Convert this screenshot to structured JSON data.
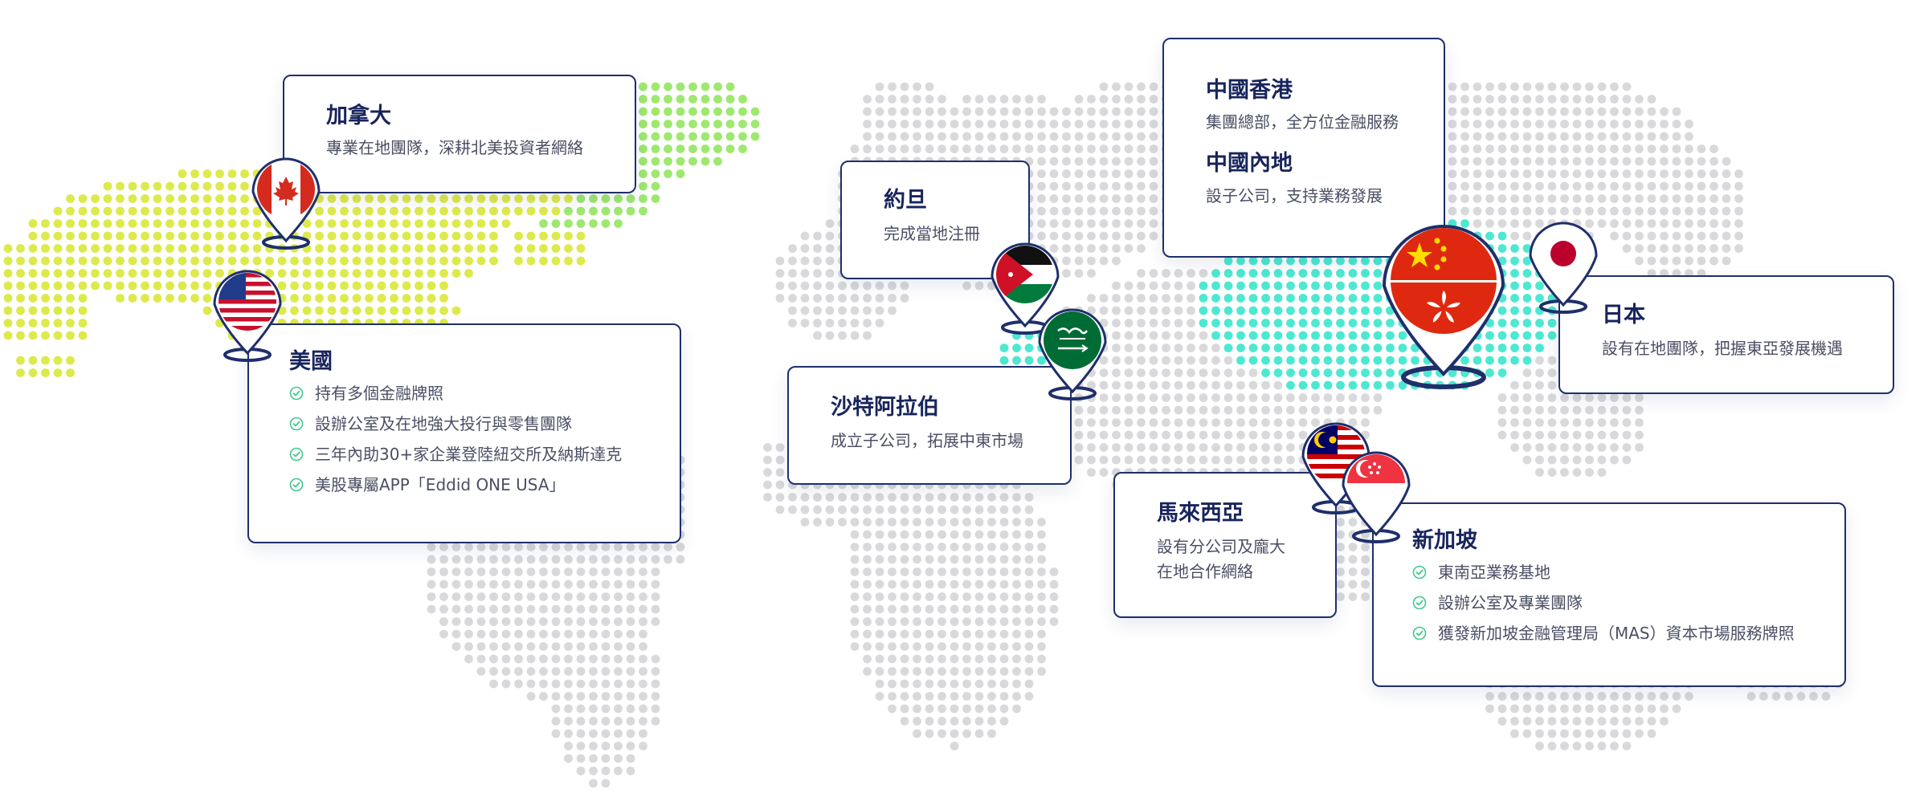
{
  "colors": {
    "navy": "#1f2f6b",
    "text": "#4a4f63",
    "dot_grey": "#d9d9dc",
    "dot_lime": "#dcea4c",
    "dot_green": "#9fe870",
    "dot_teal": "#4ee8d2",
    "check": "#3fc98c"
  },
  "locations": {
    "canada": {
      "title": "加拿大",
      "desc": "專業在地團隊，深耕北美投資者網絡"
    },
    "usa": {
      "title": "美國",
      "items": [
        {
          "label": "持有多個金融牌照"
        },
        {
          "label": "設辦公室及在地強大投行與零售團隊"
        },
        {
          "label": "三年內助30+家企業登陸紐交所及納斯達克"
        },
        {
          "label": "美股專屬APP「Eddid ONE USA」"
        }
      ]
    },
    "jordan": {
      "title": "約旦",
      "desc": "完成當地注冊"
    },
    "saudi": {
      "title": "沙特阿拉伯",
      "desc": "成立子公司，拓展中東市場"
    },
    "china": {
      "hk_title": "中國香港",
      "hk_desc": "集團總部，全方位金融服務",
      "mainland_title": "中國內地",
      "mainland_desc": "設子公司，支持業務發展"
    },
    "japan": {
      "title": "日本",
      "desc": "設有在地團隊，把握東亞發展機遇"
    },
    "malaysia": {
      "title": "馬來西亞",
      "desc_line1": "設有分公司及龐大",
      "desc_line2": "在地合作網絡"
    },
    "singapore": {
      "title": "新加坡",
      "items": [
        {
          "label": "東南亞業務基地"
        },
        {
          "label": "設辦公室及專業團隊"
        },
        {
          "label": "獲發新加坡金融管理局（MAS）資本市場服務牌照"
        }
      ]
    }
  },
  "flag_icons": [
    "canada-flag-icon",
    "usa-flag-icon",
    "jordan-flag-icon",
    "saudi-flag-icon",
    "china-flag-icon",
    "hong-kong-flag-icon",
    "japan-flag-icon",
    "malaysia-flag-icon",
    "singapore-flag-icon"
  ]
}
